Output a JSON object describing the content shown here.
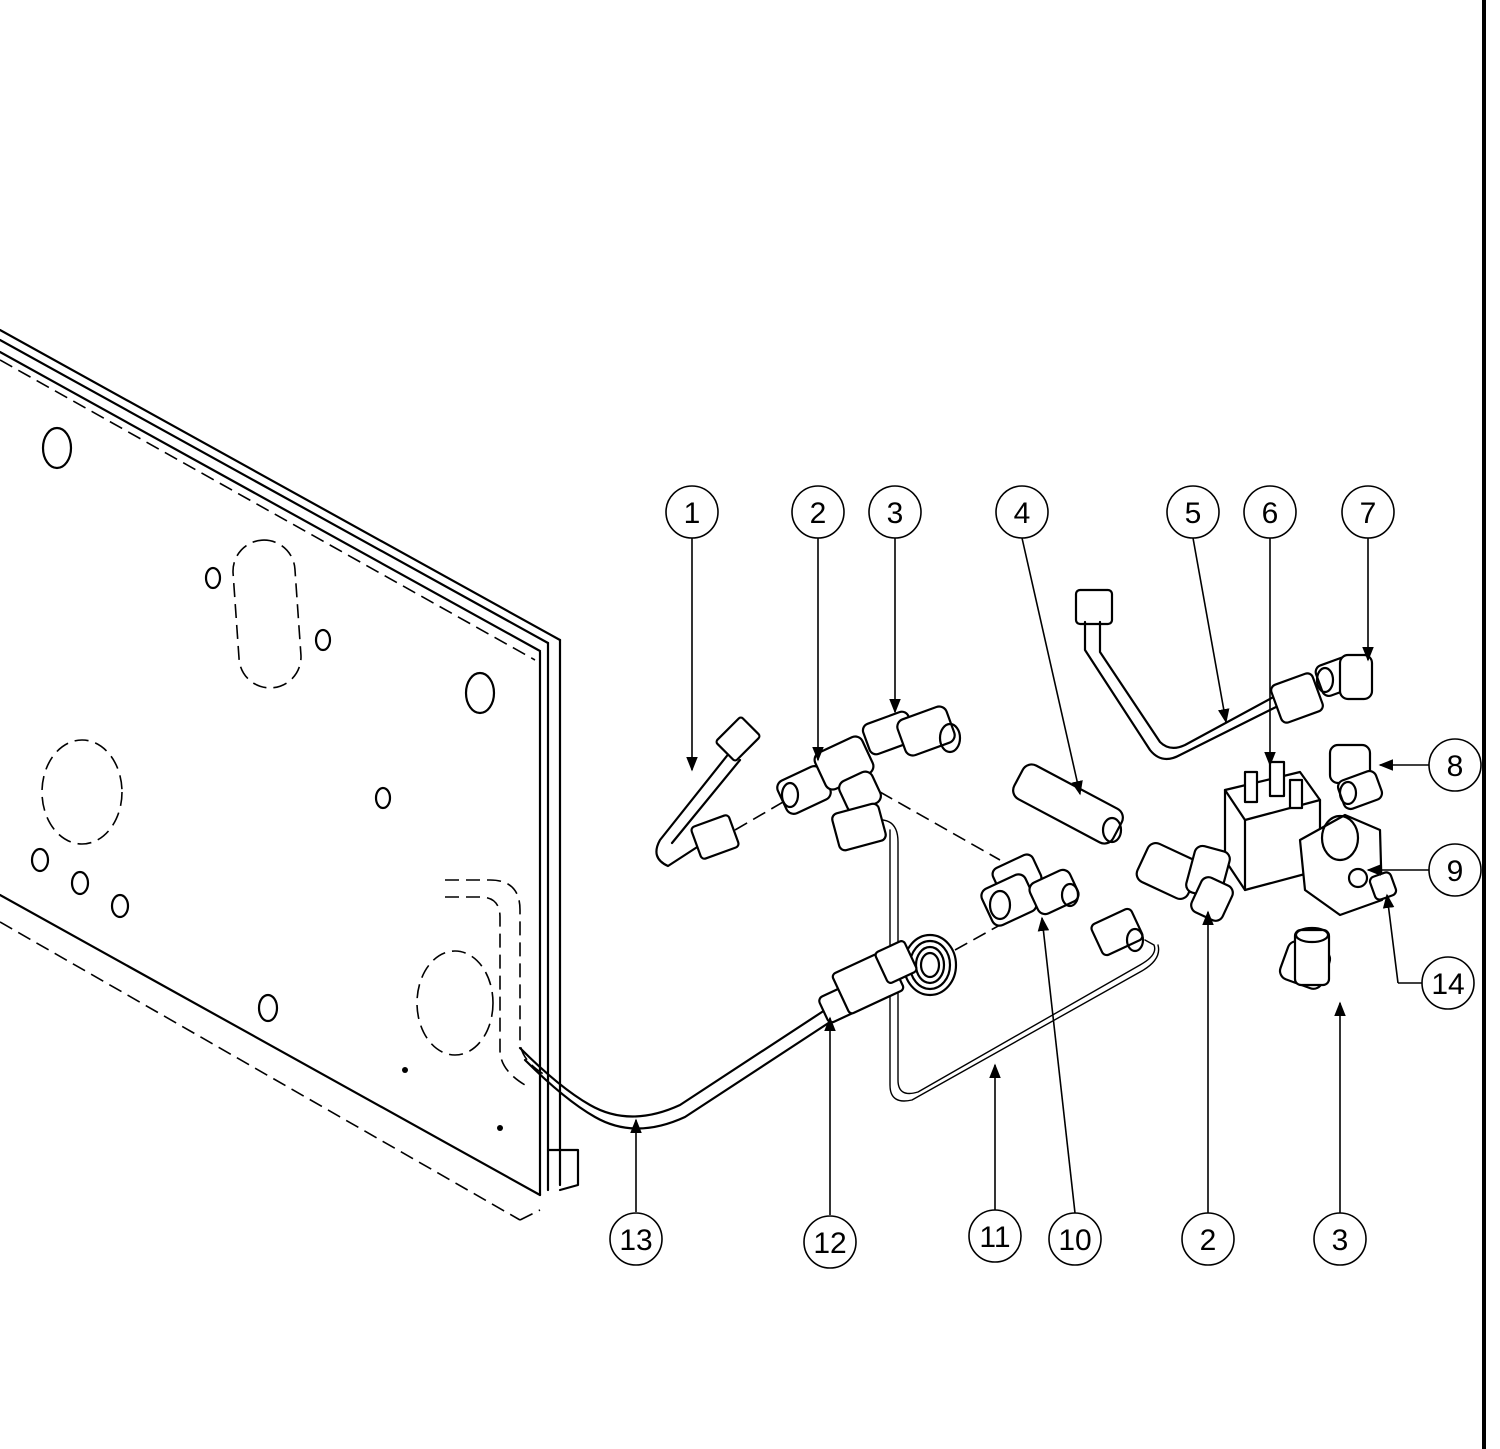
{
  "callouts": [
    {
      "label": "1"
    },
    {
      "label": "2"
    },
    {
      "label": "3"
    },
    {
      "label": "4"
    },
    {
      "label": "5"
    },
    {
      "label": "6"
    },
    {
      "label": "7"
    },
    {
      "label": "8"
    },
    {
      "label": "9"
    },
    {
      "label": "14"
    },
    {
      "label": "13"
    },
    {
      "label": "12"
    },
    {
      "label": "11"
    },
    {
      "label": "10"
    },
    {
      "label": "2"
    },
    {
      "label": "3"
    }
  ]
}
